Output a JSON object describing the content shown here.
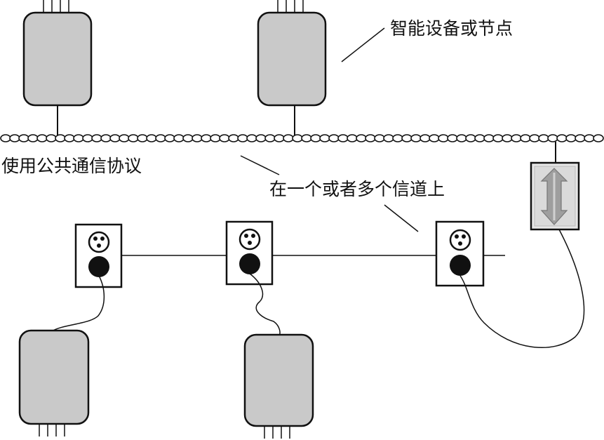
{
  "labels": {
    "smart_device": "智能设备或节点",
    "common_protocol": "使用公共通信协议",
    "channels": "在一个或者多个信道上"
  }
}
